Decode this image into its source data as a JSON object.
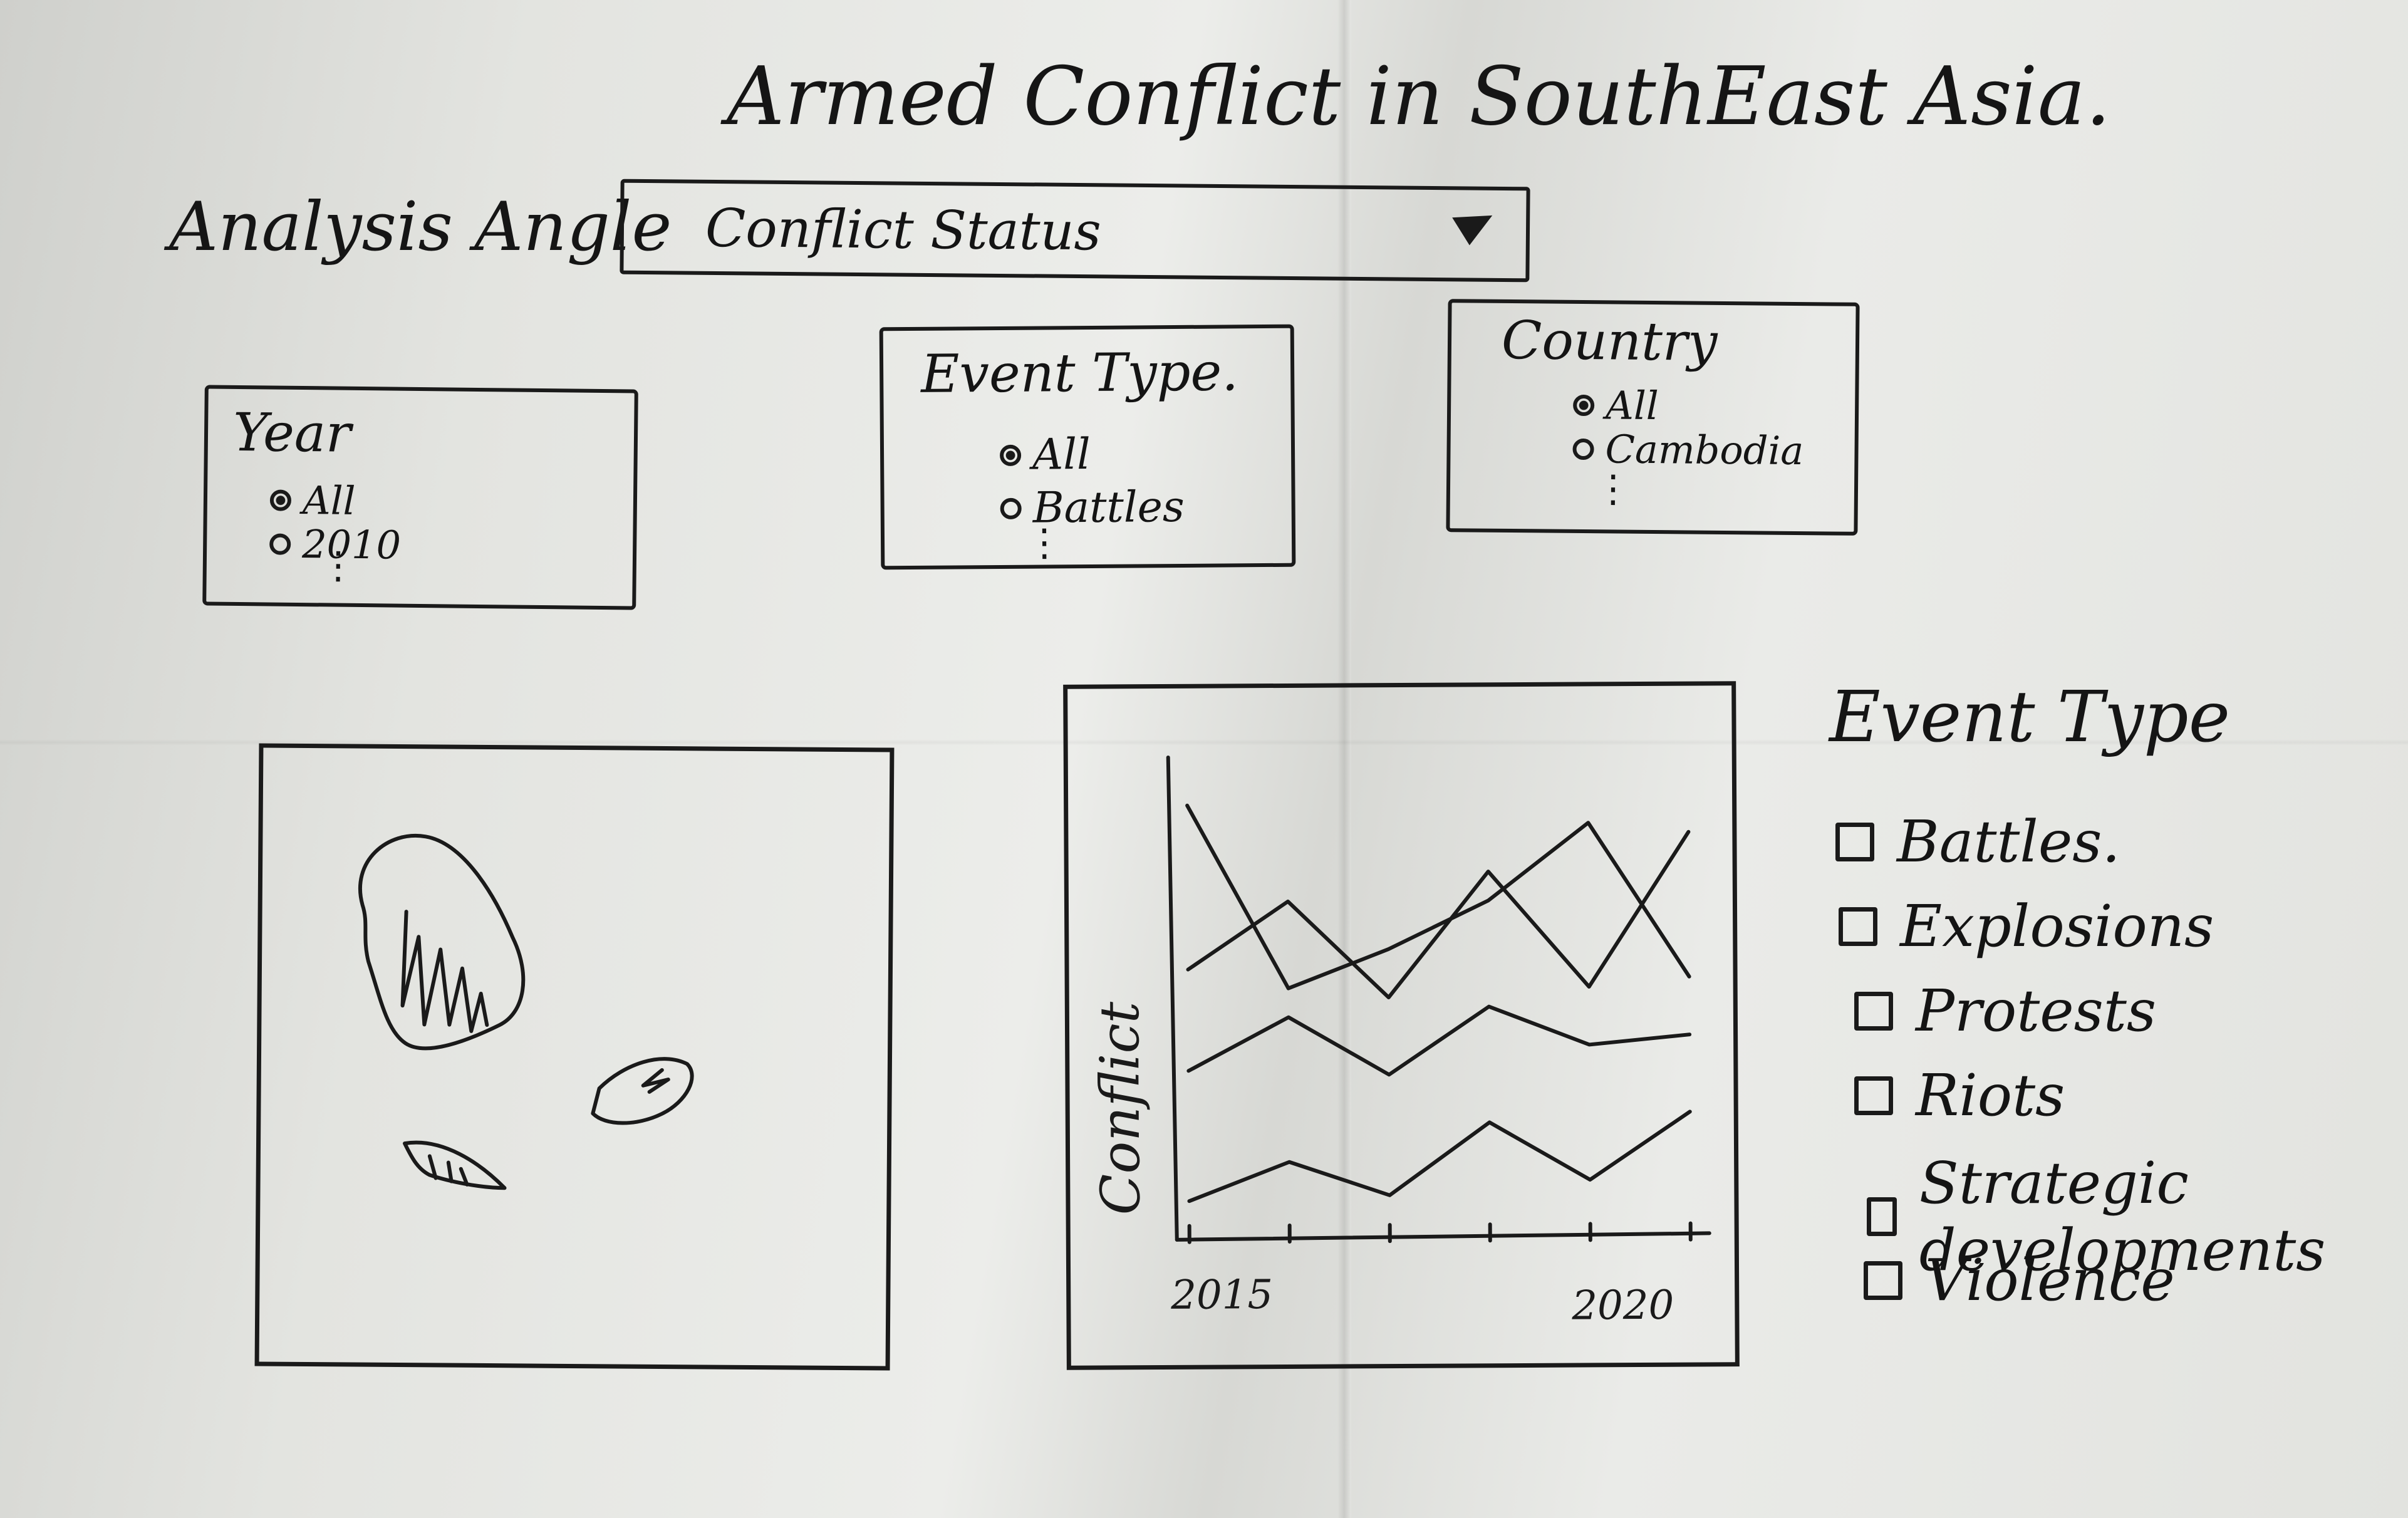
{
  "title": "Armed Conflict in SouthEast Asia.",
  "analysis_angle": {
    "label": "Analysis Angle",
    "selected": "Conflict Status"
  },
  "filters": {
    "year": {
      "title": "Year",
      "options": [
        "All",
        "2010"
      ],
      "selected": "All"
    },
    "event_type": {
      "title": "Event Type.",
      "options": [
        "All",
        "Battles"
      ],
      "selected": "All"
    },
    "country": {
      "title": "Country",
      "options": [
        "All",
        "Cambodia"
      ],
      "selected": "All"
    }
  },
  "map_panel": {
    "icon": "map-sketch"
  },
  "chart_data": {
    "type": "line",
    "title": "",
    "xlabel": "",
    "ylabel": "Conflict",
    "x_tick_labels": [
      "2015",
      "2020"
    ],
    "xlim": [
      2015,
      2020
    ],
    "ylim": [
      0,
      10
    ],
    "grid": false,
    "series": [
      {
        "x": [
          2015,
          2016,
          2017,
          2018,
          2019,
          2020
        ],
        "values": [
          9.0,
          5.2,
          6.0,
          7.0,
          8.6,
          5.4
        ]
      },
      {
        "x": [
          2015,
          2016,
          2017,
          2018,
          2019,
          2020
        ],
        "values": [
          5.6,
          7.0,
          5.0,
          7.6,
          5.2,
          8.4
        ]
      },
      {
        "x": [
          2015,
          2016,
          2017,
          2018,
          2019,
          2020
        ],
        "values": [
          3.5,
          4.6,
          3.4,
          4.8,
          4.0,
          4.2
        ]
      },
      {
        "x": [
          2015,
          2016,
          2017,
          2018,
          2019,
          2020
        ],
        "values": [
          0.8,
          1.6,
          0.9,
          2.4,
          1.2,
          2.6
        ]
      }
    ]
  },
  "legend": {
    "title": "Event Type",
    "items": [
      "Battles.",
      "Explosions",
      "Protests",
      "Riots",
      "Strategic developments",
      "Violence"
    ]
  }
}
